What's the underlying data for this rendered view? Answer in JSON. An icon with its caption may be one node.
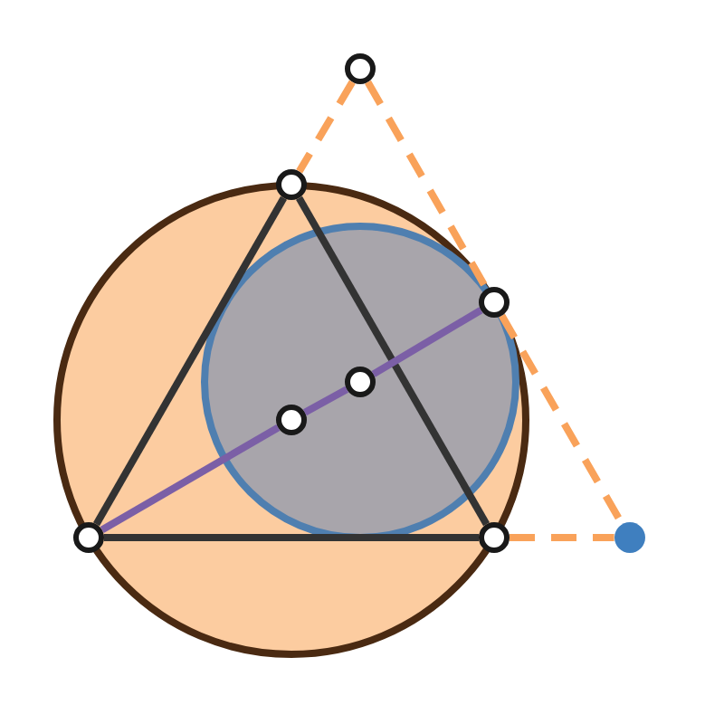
{
  "diagram": {
    "nodes": [
      {
        "text": [],
        "shape": "circle"
      },
      {
        "text": [],
        "shape": "circle"
      },
      {
        "text": [],
        "shape": "circle"
      },
      {
        "text": [],
        "shape": "circle"
      },
      {
        "text": [],
        "shape": "circle"
      },
      {
        "text": [],
        "shape": "circle"
      },
      {
        "text": [],
        "shape": "circle"
      },
      {
        "text": [],
        "shape": "circle"
      }
    ],
    "edges": [
      {
        "from": 0,
        "to": 1,
        "arrow": "none",
        "style": "dashed",
        "color": "#f9a25a"
      },
      {
        "from": 0,
        "to": 2,
        "arrow": "none",
        "style": "dashed",
        "color": "#f9a25a"
      },
      {
        "from": 2,
        "to": 7,
        "arrow": "none",
        "style": "dashed",
        "color": "#f9a25a"
      },
      {
        "from": 6,
        "to": 7,
        "arrow": "none",
        "style": "dashed",
        "color": "#f9a25a"
      },
      {
        "from": 1,
        "to": 5,
        "arrow": "none",
        "color": "#333333"
      },
      {
        "from": 1,
        "to": 6,
        "arrow": "none",
        "color": "#333333"
      },
      {
        "from": 5,
        "to": 6,
        "arrow": "none",
        "color": "#333333"
      },
      {
        "from": 5,
        "to": 4,
        "arrow": "none",
        "color": "#7b5fa6"
      },
      {
        "from": 4,
        "to": 3,
        "arrow": "none",
        "color": "#7b5fa6"
      },
      {
        "from": 3,
        "to": 2,
        "arrow": "none",
        "color": "#7b5fa6"
      }
    ]
  }
}
